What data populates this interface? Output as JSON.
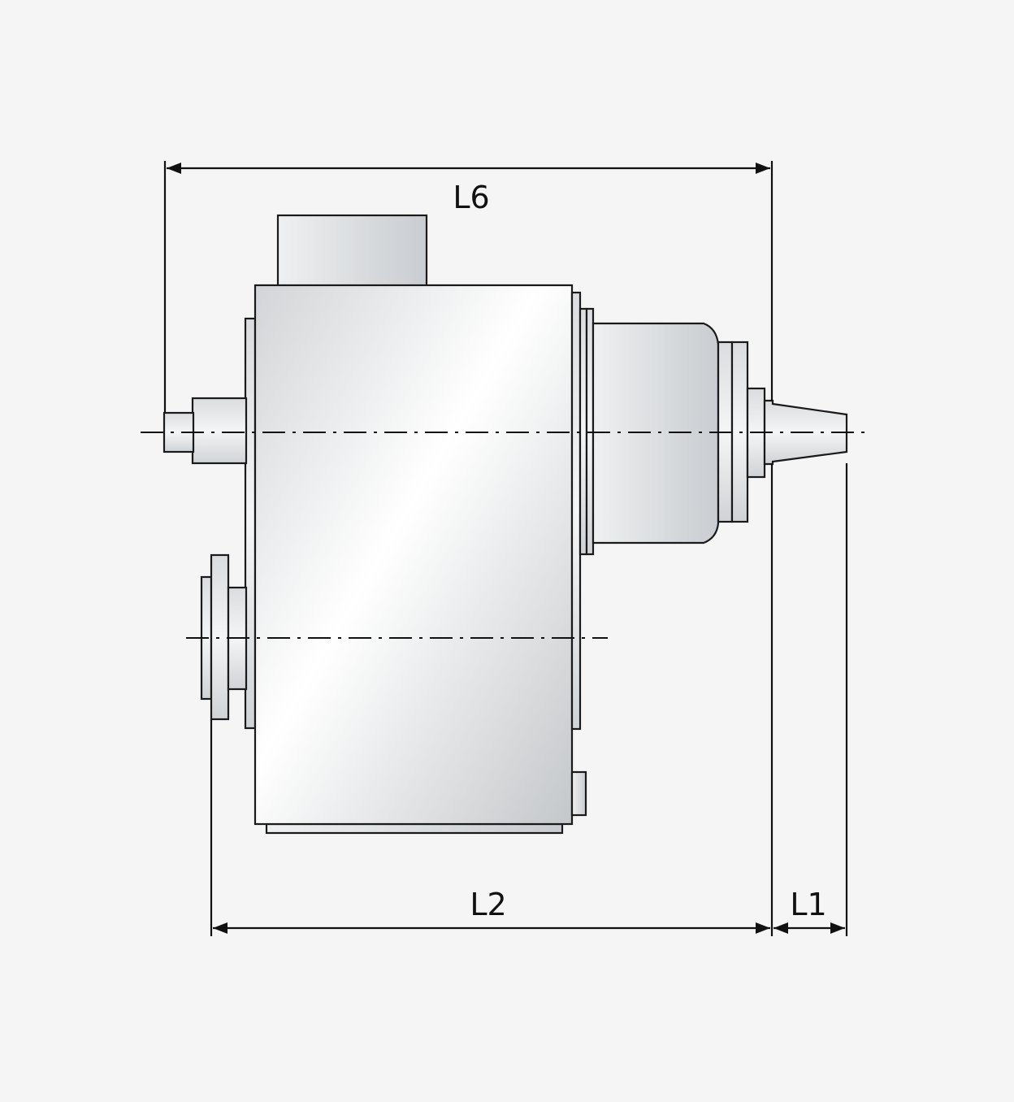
{
  "dimensions": {
    "l6": "L6",
    "l2": "L2",
    "l1": "L1"
  },
  "colors": {
    "background": "#f5f5f5",
    "line": "#1a1a1a",
    "body_light": "#ffffff",
    "body_shade": "#c8cbce"
  }
}
